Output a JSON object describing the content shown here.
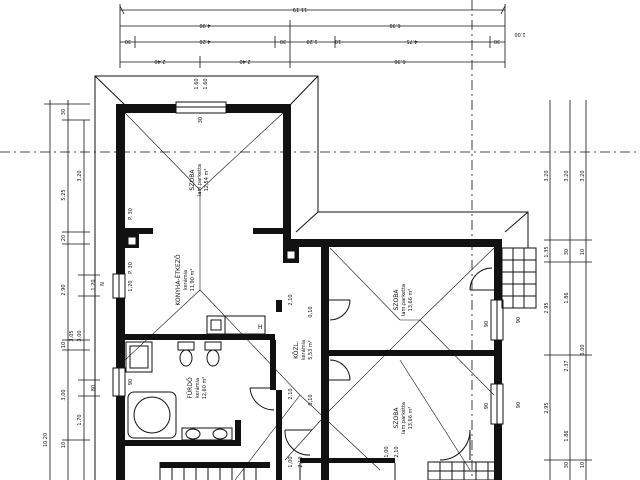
{
  "dimensions_top": {
    "overall": "11.19",
    "row2": [
      "4.90",
      "6.30"
    ],
    "row3": [
      "30",
      "4.20",
      "30",
      "1.20",
      "10",
      "4.75",
      "30"
    ],
    "row3_right": "1.00",
    "row4": [
      "2.40",
      "2.40",
      "6.30"
    ],
    "mid": [
      "1.60",
      "1.60"
    ]
  },
  "dimensions_left": {
    "total": "10.20",
    "col1": [
      "30",
      "5.25",
      "20",
      "2.90",
      "10",
      "3.00",
      "10"
    ],
    "col2": [
      "3.20",
      "1.20",
      "3.00",
      "1.70",
      "80"
    ],
    "col3": [
      "3.05",
      "3.00",
      "1.70"
    ]
  },
  "dimensions_right": {
    "col1": [
      "3.20",
      "1.35",
      "2.95",
      "2.95"
    ],
    "col2": [
      "3.20",
      "30",
      "1.86",
      "2.37",
      "1.86",
      "30"
    ],
    "col3": [
      "3.20",
      "10",
      "6.00",
      "10"
    ]
  },
  "rooms": [
    {
      "name": "SZOBA",
      "floor": "lam.parketta",
      "area": "12,54 m²"
    },
    {
      "name": "KONYHA-ÉTKEZŐ",
      "floor": "kerámia",
      "area": "11,90 m²"
    },
    {
      "name": "SZOBA",
      "floor": "lam.parketta",
      "area": "13,66 m²"
    },
    {
      "name": "KÖZL.",
      "floor": "kerámia",
      "area": "5,53 m²"
    },
    {
      "name": "FÜRDŐ",
      "floor": "kerámia",
      "area": "12,60 m²"
    },
    {
      "name": "SZOBA",
      "floor": "lam.parketta",
      "area": "13,66 m²"
    }
  ],
  "openings": {
    "door1": "2,10",
    "door1b": "0,10",
    "door2": "2,10",
    "door2b": "0,10",
    "door3": "1,00",
    "door3b": "2,10",
    "door4": "1,00",
    "door4b": "2,10",
    "win_left1": "1,20",
    "win_left2": "90",
    "win_right1": "90",
    "win_right2": "90",
    "marks": [
      "P. 30",
      "N",
      "P. 30",
      "90",
      "90",
      "30"
    ]
  }
}
